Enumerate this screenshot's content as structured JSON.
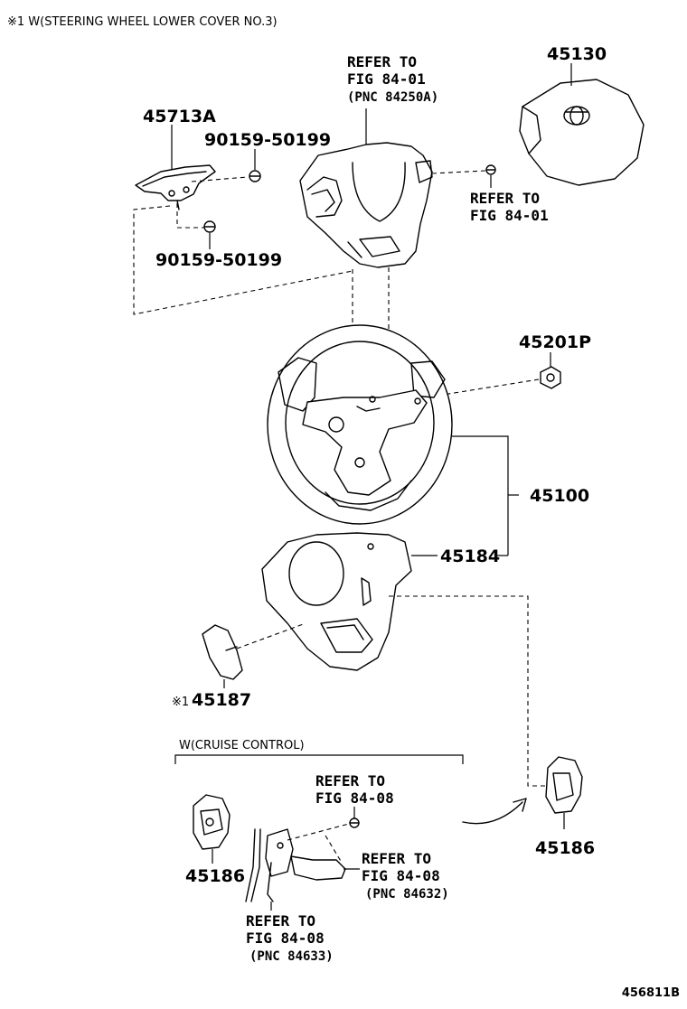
{
  "header_note": "※1 W(STEERING WHEEL LOWER COVER NO.3)",
  "figure_id": "456811B",
  "parts": {
    "p45130": "45130",
    "p45713A": "45713A",
    "p90159_top": "90159-50199",
    "p90159_bottom": "90159-50199",
    "p45201P": "45201P",
    "p45100": "45100",
    "p45184": "45184",
    "p45187_mark": "※1",
    "p45187": "45187",
    "p45186_right": "45186",
    "p45186_left": "45186"
  },
  "refs": {
    "top_center": {
      "line1": "REFER TO",
      "line2": "FIG 84-01",
      "line3": "(PNC 84250A)"
    },
    "top_right": {
      "line1": "REFER TO",
      "line2": "FIG 84-01"
    },
    "cruise_top": {
      "line1": "REFER TO",
      "line2": "FIG 84-08"
    },
    "cruise_right": {
      "line1": "REFER TO",
      "line2": "FIG 84-08",
      "line3": "(PNC 84632)"
    },
    "cruise_bottom": {
      "line1": "REFER TO",
      "line2": "FIG 84-08",
      "line3": "(PNC 84633)"
    }
  },
  "cruise_section_label": "W(CRUISE CONTROL)"
}
